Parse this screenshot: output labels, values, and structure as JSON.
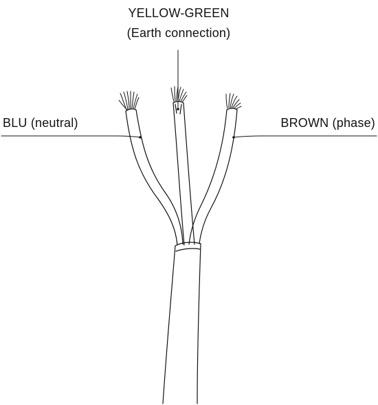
{
  "labels": {
    "earth_line1": "YELLOW-GREEN",
    "earth_line2": "(Earth connection)",
    "neutral": "BLU (neutral)",
    "phase": "BROWN (phase)"
  },
  "colors": {
    "stroke": "#111111",
    "background": "#ffffff"
  }
}
